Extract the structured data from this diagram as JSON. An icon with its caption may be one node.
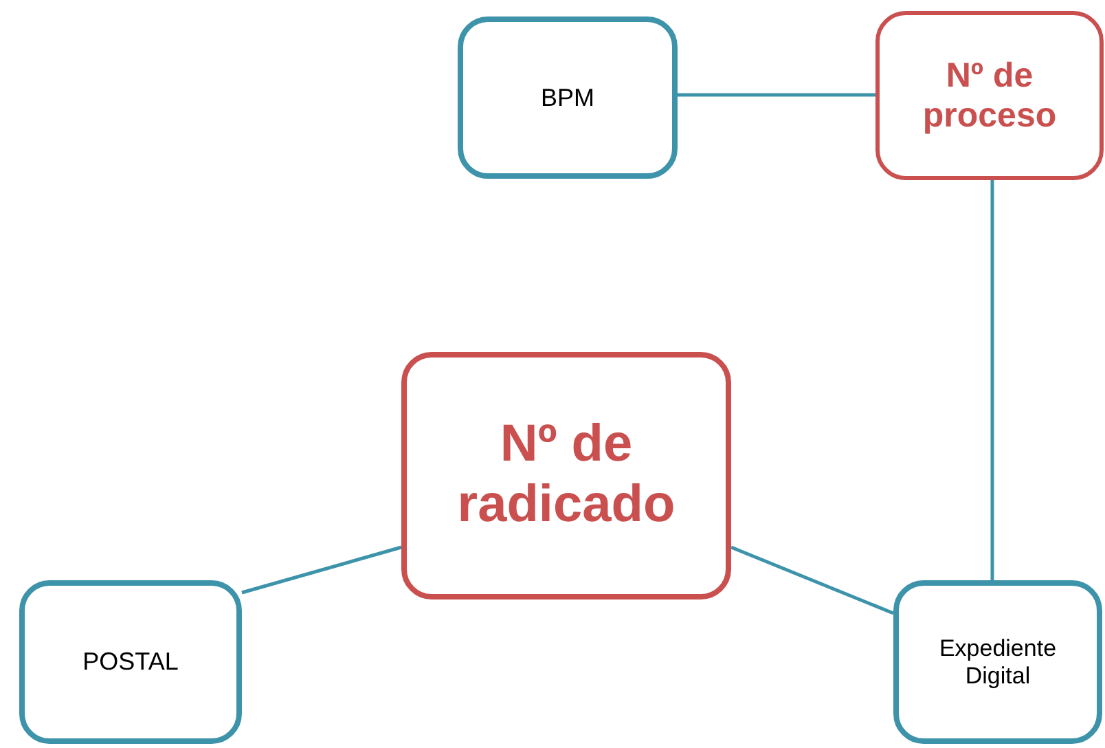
{
  "diagram": {
    "nodes": [
      {
        "text": [
          "BPM"
        ]
      },
      {
        "text": [
          "Nº de proceso"
        ]
      },
      {
        "text": [
          "Nº de radicado"
        ]
      },
      {
        "text": [
          "POSTAL"
        ]
      },
      {
        "text": [
          "Expediente Digital"
        ]
      }
    ],
    "edges": [
      {
        "from": 0,
        "to": 1,
        "arrow": "none"
      },
      {
        "from": 1,
        "to": 4,
        "arrow": "none"
      },
      {
        "from": 2,
        "to": 3,
        "arrow": "none"
      },
      {
        "from": 2,
        "to": 4,
        "arrow": "none"
      }
    ]
  }
}
